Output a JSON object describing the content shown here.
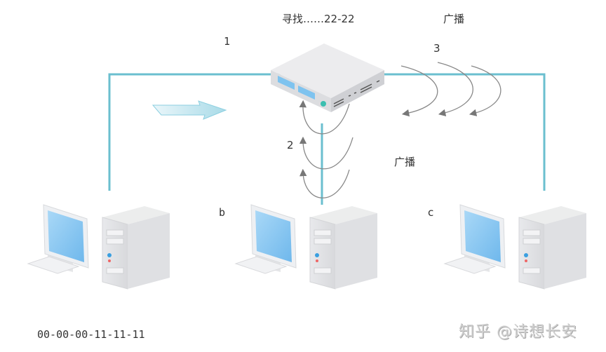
{
  "labels": {
    "search": "寻找……22-22",
    "broadcast_top": "广播",
    "broadcast_mid": "广播",
    "step1": "1",
    "step2": "2",
    "step3": "3",
    "host_b": "b",
    "host_c": "c",
    "mac_a": "00-00-00-11-11-11"
  },
  "watermark": "知乎 @诗想长安",
  "colors": {
    "cable": "#6bbfcf",
    "screen": "#8ec9f2",
    "arrow": "#777777"
  },
  "nodes": [
    {
      "id": "switch",
      "type": "switch"
    },
    {
      "id": "host-a",
      "type": "computer"
    },
    {
      "id": "host-b",
      "type": "computer"
    },
    {
      "id": "host-c",
      "type": "computer"
    }
  ]
}
